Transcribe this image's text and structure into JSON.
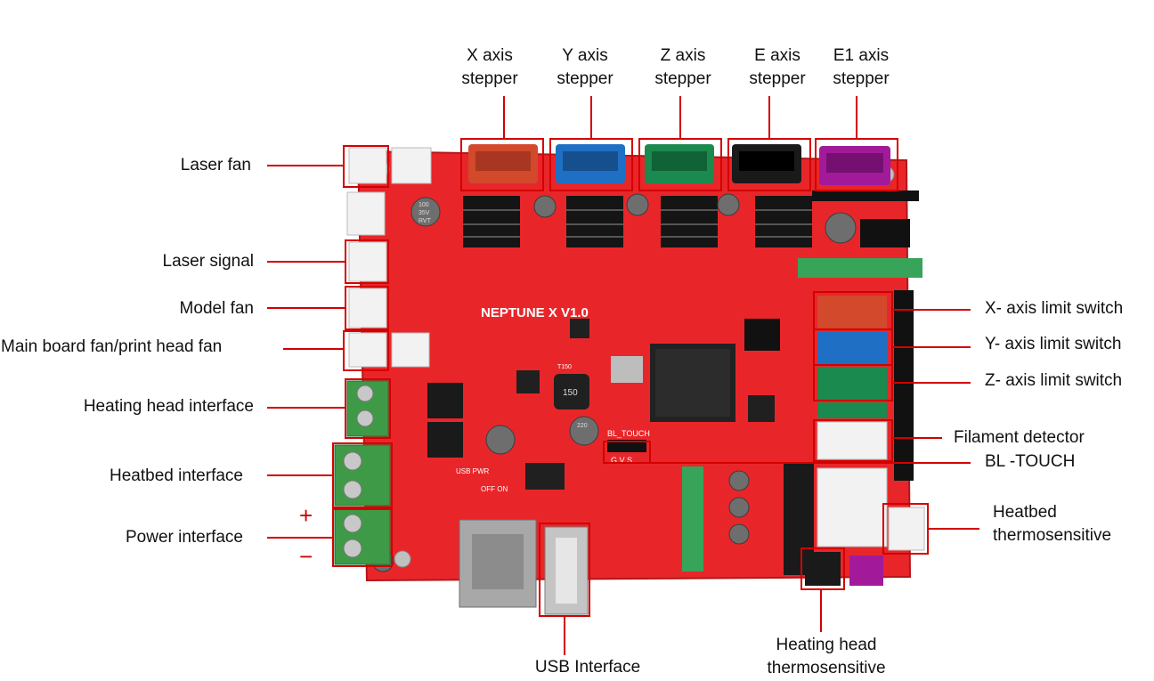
{
  "labels": {
    "x_axis_stepper_1": "X axis",
    "x_axis_stepper_2": "stepper",
    "y_axis_stepper_1": "Y axis",
    "y_axis_stepper_2": "stepper",
    "z_axis_stepper_1": "Z axis",
    "z_axis_stepper_2": "stepper",
    "e_axis_stepper_1": "E axis",
    "e_axis_stepper_2": "stepper",
    "e1_axis_stepper_1": "E1 axis",
    "e1_axis_stepper_2": "stepper",
    "laser_fan": "Laser fan",
    "laser_signal": "Laser signal",
    "model_fan": "Model fan",
    "main_board_fan": "Main board fan/print head fan",
    "heating_head_interface": "Heating head interface",
    "heatbed_interface": "Heatbed interface",
    "power_interface": "Power interface",
    "x_limit_switch": "X- axis limit switch",
    "y_limit_switch": "Y- axis limit switch",
    "z_limit_switch": "Z- axis limit switch",
    "filament_detector": "Filament detector",
    "bl_touch": "BL -TOUCH",
    "heatbed_thermo_1": "Heatbed",
    "heatbed_thermo_2": "thermosensitive",
    "usb_interface": "USB Interface",
    "heating_head_thermo_1": "Heating head",
    "heating_head_thermo_2": "thermosensitive"
  },
  "polarity": {
    "plus": "+",
    "minus": "−"
  },
  "board": {
    "model_text": "NEPTUNE X V1.0",
    "bl_touch_silk": "BL_TOUCH",
    "bl_touch_pins": "G  V  S",
    "usb_pwr": "USB PWR",
    "off_on": "OFF  ON",
    "chip_t150": "T150",
    "inductor": "150",
    "cap_1": "100",
    "cap_2": "35V",
    "cap_3": "RVT",
    "cap_4": "220"
  },
  "colors": {
    "board": "#e8262a",
    "callout": "#d40000",
    "x_connector": "#d2492c",
    "y_connector": "#1f6fc4",
    "z_connector": "#1b8a4e",
    "e_connector": "#1a1a1a",
    "e1_connector": "#a21a9a",
    "terminal_green": "#3f9a48"
  }
}
